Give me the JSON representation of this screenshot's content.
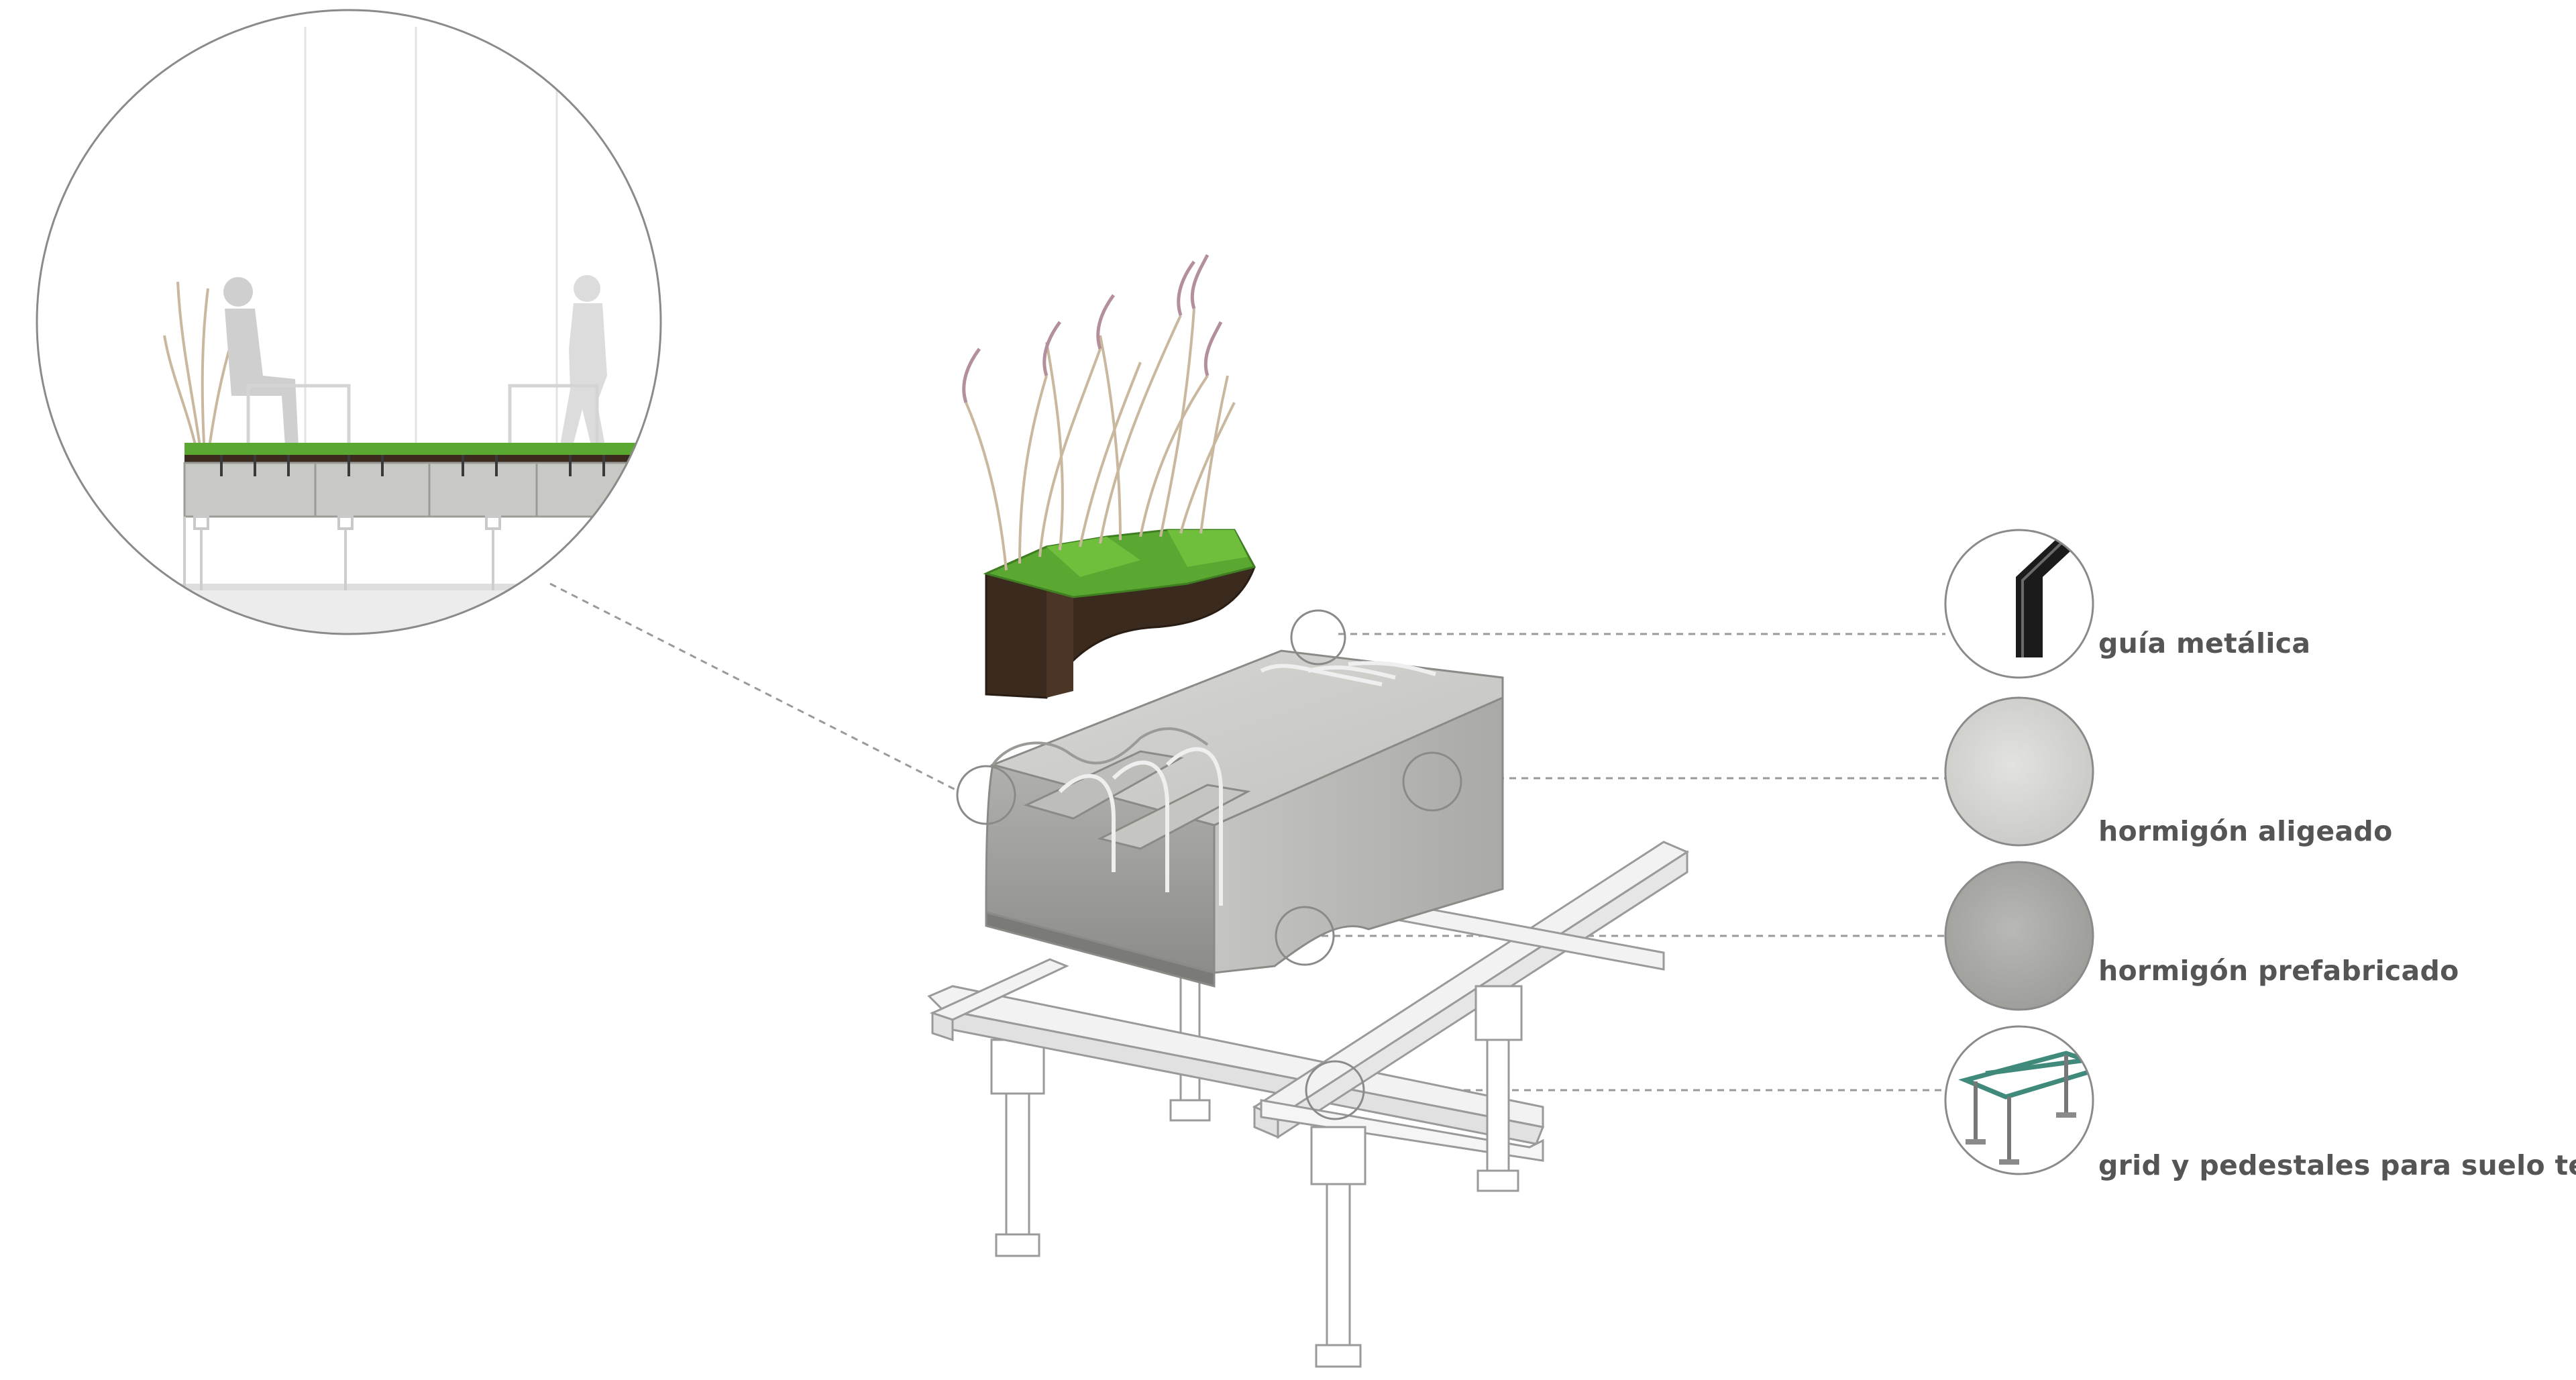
{
  "diagram": {
    "colors": {
      "background": "#ffffff",
      "concrete_light": "#cfcfcb",
      "concrete_mid": "#b5b5b1",
      "concrete_dark": "#8e8e8a",
      "grass": "#5aa832",
      "soil": "#3b2a1e",
      "guide_metal": "#1b1b1b",
      "frame_steel": "#3f8a7a",
      "callout_line": "#9a9a9a",
      "label_text": "#555555"
    },
    "legend": [
      {
        "id": "metal-guide",
        "label": "guía metálica",
        "icon": "metal-guide-swatch-icon"
      },
      {
        "id": "lightweight-concrete",
        "label": "hormigón aligeado",
        "icon": "lightweight-concrete-swatch-icon"
      },
      {
        "id": "precast-concrete",
        "label": "hormigón prefabricado",
        "icon": "precast-concrete-swatch-icon"
      },
      {
        "id": "raised-floor-grid",
        "label": "grid y pedestales para suelo técnico",
        "icon": "pedestal-grid-swatch-icon"
      }
    ]
  }
}
